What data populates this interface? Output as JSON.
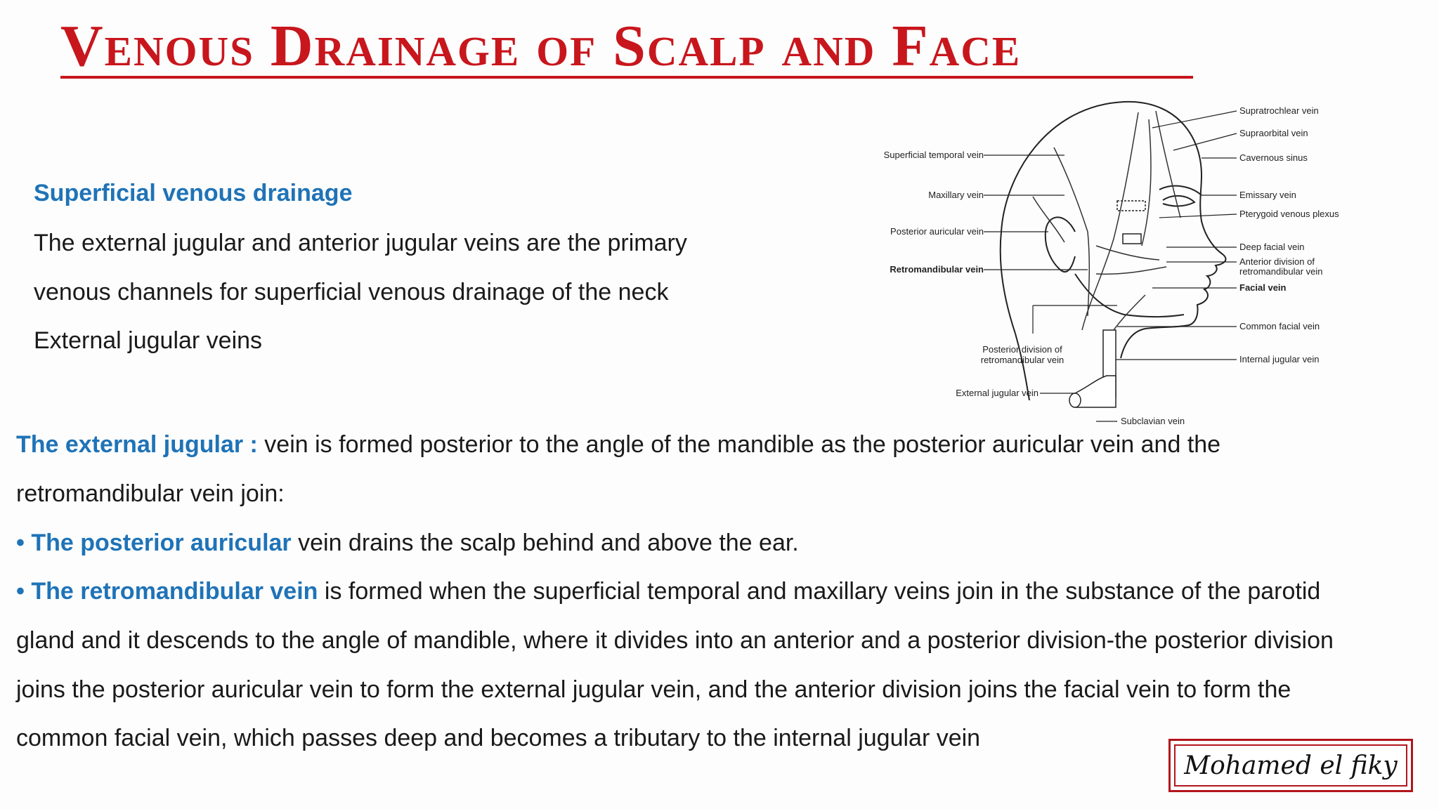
{
  "title": "Venous Drainage of Scalp and  Face",
  "superficial": {
    "heading": "Superficial venous drainage",
    "line1": "The external jugular and anterior jugular veins are the primary",
    "line2": "venous channels for superficial venous drainage of the neck",
    "line3": "External jugular veins"
  },
  "body": {
    "p1_label": "The external jugular :",
    "p1_text": " vein is formed posterior to the angle of the mandible as the posterior auricular vein and the",
    "p2": "retromandibular vein join:",
    "p3_label": "• The posterior auricular",
    "p3_text": " vein drains the scalp behind and above the ear.",
    "p4_label": "• The retromandibular vein",
    "p4_text": " is formed when the superficial temporal and maxillary veins join in the substance of the parotid",
    "p5": "gland and it descends to the angle of mandible, where it divides into an anterior and a posterior division-the posterior division",
    "p6": "joins the posterior auricular vein to form the external jugular vein, and the anterior division joins the facial vein to form the",
    "p7": "common facial vein, which passes deep and becomes a tributary to the internal jugular vein"
  },
  "diagram_labels": {
    "superficial_temporal": "Superficial temporal vein",
    "maxillary": "Maxillary vein",
    "posterior_auricular": "Posterior auricular vein",
    "retromandibular": "Retromandibular vein",
    "posterior_division_1": "Posterior division of",
    "posterior_division_2": "retromandibular vein",
    "external_jugular": "External jugular vein",
    "subclavian": "Subclavian vein",
    "supratrochlear": "Supratrochlear vein",
    "supraorbital": "Supraorbital vein",
    "cavernous": "Cavernous sinus",
    "emissary": "Emissary vein",
    "pterygoid": "Pterygoid venous plexus",
    "deep_facial": "Deep facial vein",
    "anterior_division_1": "Anterior division of",
    "anterior_division_2": "retromandibular vein",
    "facial": "Facial vein",
    "common_facial": "Common facial vein",
    "internal_jugular": "Internal jugular vein"
  },
  "signature": "Mohamed el fiky",
  "colors": {
    "title": "#c8161d",
    "highlight": "#1f73b7",
    "signature_border": "#b3151c"
  }
}
